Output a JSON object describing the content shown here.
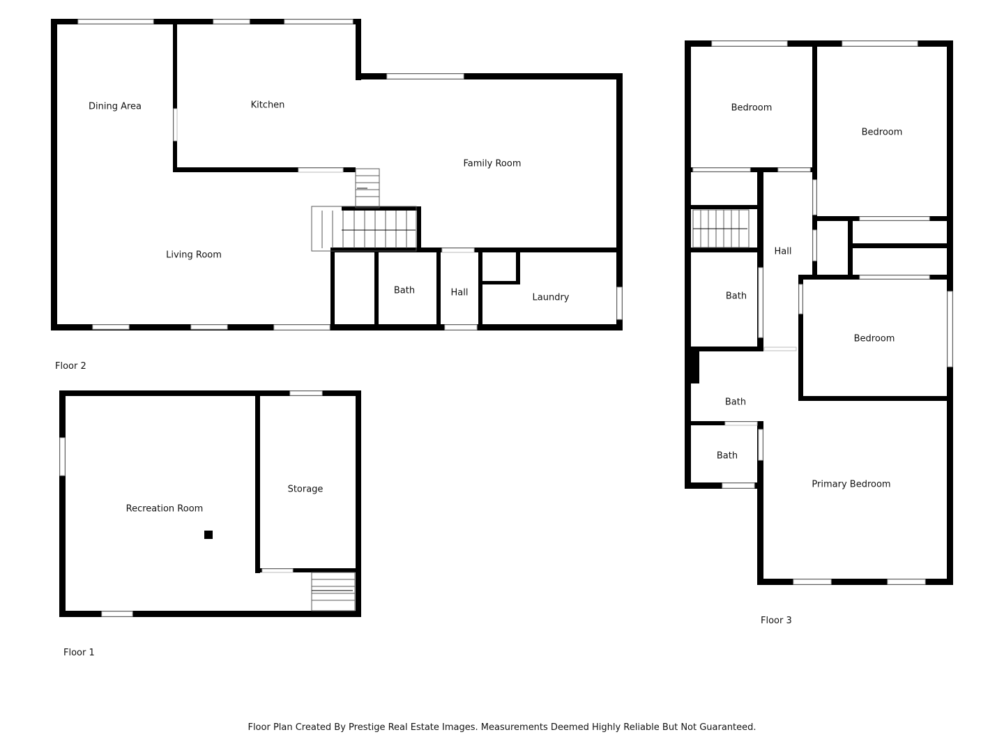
{
  "floors": {
    "floor1": {
      "label": "Floor 1",
      "rooms": {
        "recreation_room": "Recreation Room",
        "storage": "Storage"
      }
    },
    "floor2": {
      "label": "Floor 2",
      "rooms": {
        "dining_area": "Dining Area",
        "kitchen": "Kitchen",
        "family_room": "Family Room",
        "living_room": "Living Room",
        "bath": "Bath",
        "hall": "Hall",
        "laundry": "Laundry"
      }
    },
    "floor3": {
      "label": "Floor 3",
      "rooms": {
        "bedroom_nw": "Bedroom",
        "bedroom_ne": "Bedroom",
        "hall": "Hall",
        "bath_upper": "Bath",
        "bedroom_east": "Bedroom",
        "bath_middle": "Bath",
        "bath_lower": "Bath",
        "primary_bedroom": "Primary Bedroom"
      }
    }
  },
  "footer": "Floor Plan Created By Prestige Real Estate Images. Measurements Deemed Highly Reliable But Not Guaranteed.",
  "colors": {
    "wall": "#000000",
    "background": "#ffffff",
    "opening": "#ffffff",
    "glazing": "#d0d0d0"
  }
}
